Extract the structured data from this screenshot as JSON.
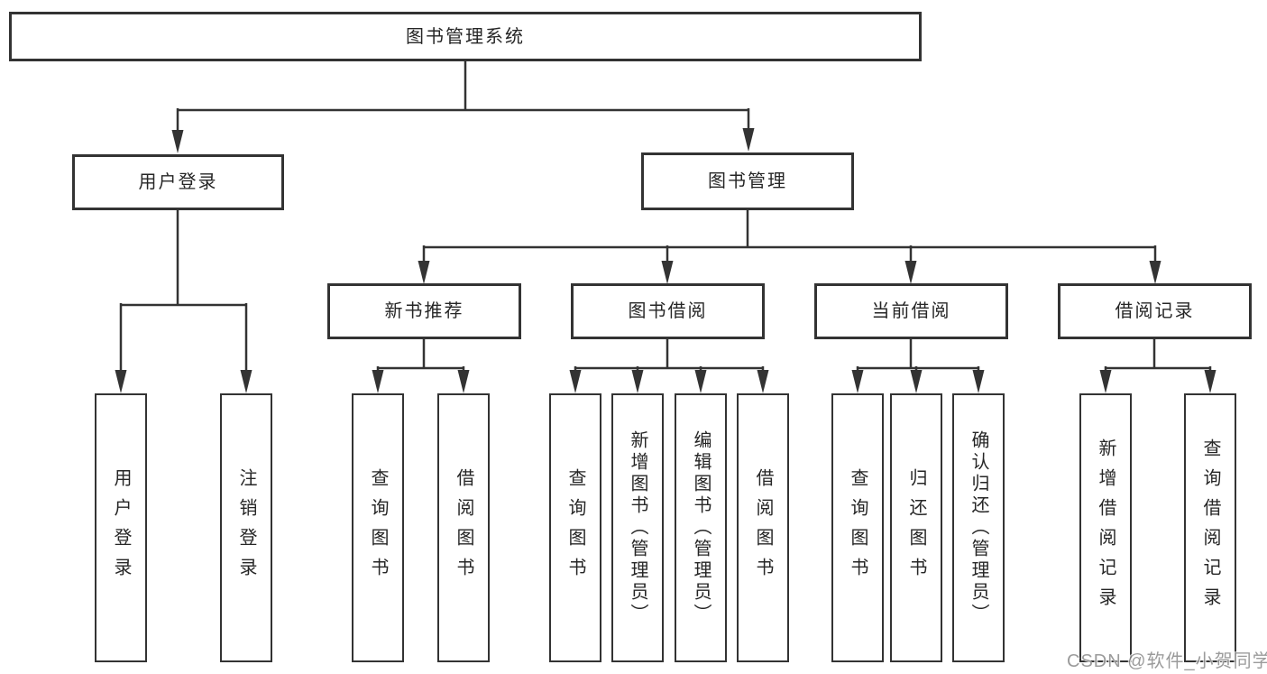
{
  "colors": {
    "line": "#333333",
    "box_border": "#333333",
    "box_fill": "#ffffff",
    "text": "#262626",
    "watermark": "#8a8a8a"
  },
  "watermark": {
    "text": "CSDN @软件_小贺同学"
  },
  "tree": {
    "root": "图书管理系统",
    "branches": [
      {
        "label": "用户登录",
        "leaves": [
          "用户登录",
          "注销登录"
        ]
      },
      {
        "label": "图书管理",
        "groups": [
          {
            "label": "新书推荐",
            "leaves": [
              "查询图书",
              "借阅图书"
            ]
          },
          {
            "label": "图书借阅",
            "leaves": [
              "查询图书",
              "新增图书（管理员）",
              "编辑图书（管理员）",
              "借阅图书"
            ]
          },
          {
            "label": "当前借阅",
            "leaves": [
              "查询图书",
              "归还图书",
              "确认归还（管理员）"
            ]
          },
          {
            "label": "借阅记录",
            "leaves": [
              "新增借阅记录",
              "查询借阅记录"
            ]
          }
        ]
      }
    ]
  }
}
